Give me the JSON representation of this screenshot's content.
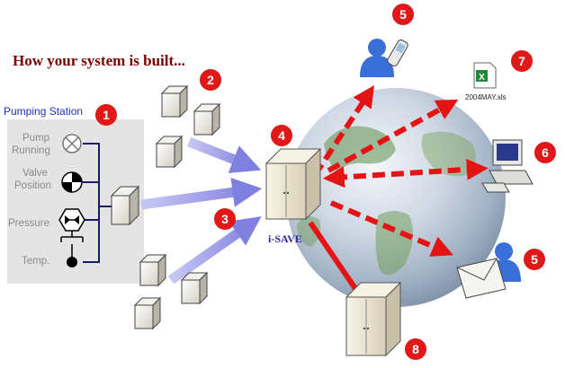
{
  "title": "How your system is built...",
  "pumping_station": {
    "title": "Pumping Station",
    "labels": [
      "Pump Running",
      "Valve Position",
      "Pressure",
      "Temp."
    ]
  },
  "server_label": "i-SAVE",
  "file_label": "2004MAY.xls",
  "badges": {
    "station": "1",
    "sensors": "2",
    "link": "3",
    "server": "4",
    "phone_user": "5",
    "email_user": "5",
    "computer": "6",
    "file": "7",
    "backup_server": "8"
  },
  "colors": {
    "badge": "#e01818",
    "arrow_red": "#e41414",
    "arrow_blue": "#9090e8",
    "title": "#7a0000"
  }
}
